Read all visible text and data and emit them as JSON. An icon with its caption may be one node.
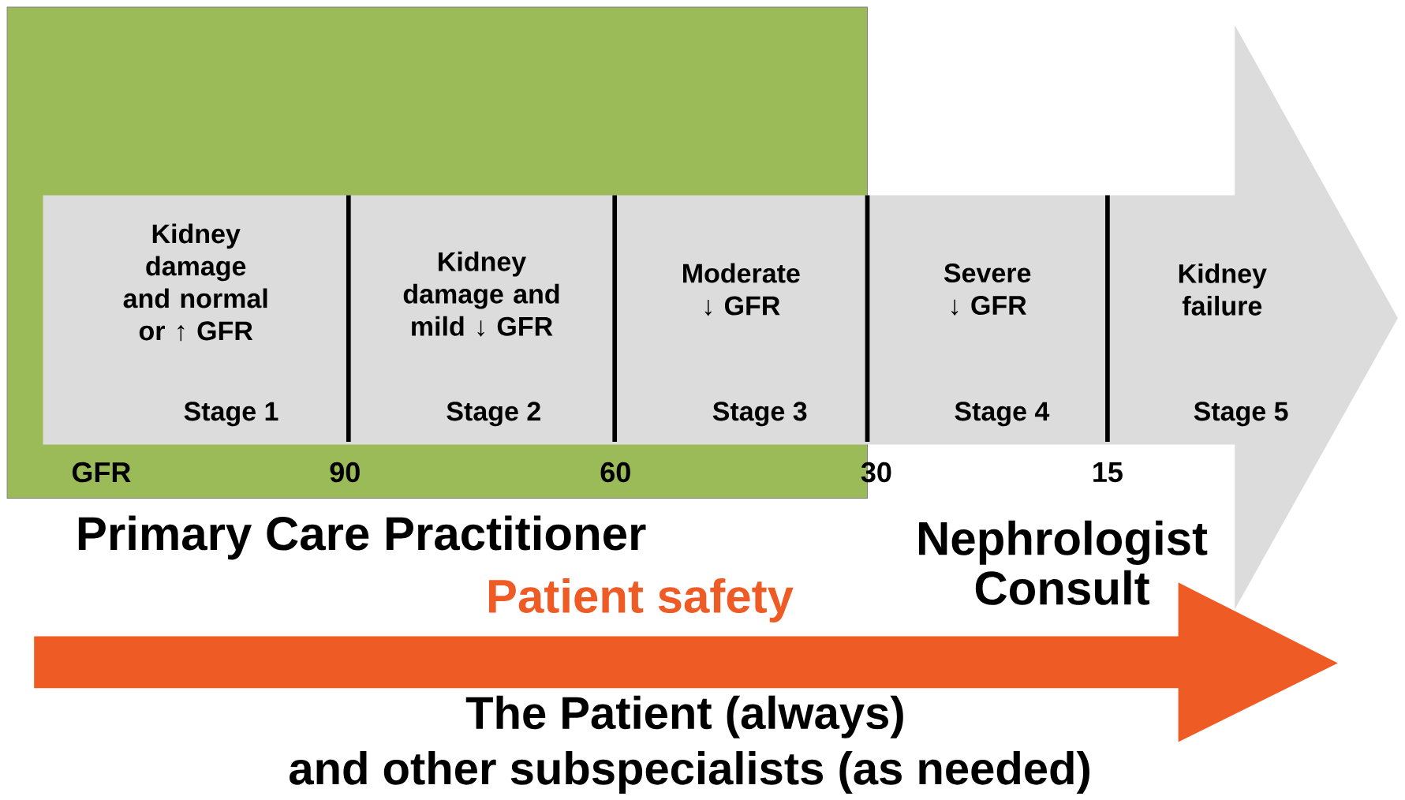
{
  "diagram": {
    "nodes": [
      {
        "text": [
          "Kidney damage and normal or ↑ GFR",
          "Stage 1"
        ]
      },
      {
        "text": [
          "Kidney damage and mild ↓ GFR",
          "Stage 2"
        ]
      },
      {
        "text": [
          "Moderate ↓ GFR",
          "Stage 3"
        ]
      },
      {
        "text": [
          "Severe ↓ GFR",
          "Stage 4"
        ]
      },
      {
        "text": [
          "Kidney failure",
          "Stage 5"
        ]
      }
    ],
    "labels": [
      "GFR",
      "90",
      "60",
      "30",
      "15",
      "Primary Care Practitioner",
      "Nephrologist Consult",
      "Patient safety",
      "The Patient (always)",
      "and other subspecialists (as needed)"
    ]
  }
}
